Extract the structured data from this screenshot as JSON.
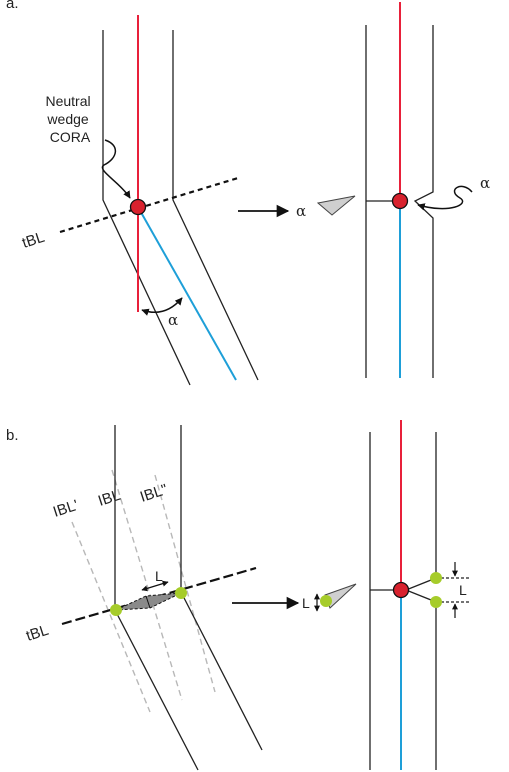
{
  "panel_a": {
    "label": "a.",
    "callout": [
      "Neutral",
      "wedge",
      "CORA"
    ],
    "tbl": "tBL",
    "angle": "α",
    "wedge_angle": "α",
    "right_angle": "α"
  },
  "panel_b": {
    "label": "b.",
    "ibl_prime": "IBL'",
    "ibl": "IBL",
    "ibl_double": "IBL\"",
    "tbl": "tBL",
    "length": "L",
    "wedge_length": "L",
    "right_length": "L"
  },
  "colors": {
    "red": "#e8203a",
    "blue": "#1e9fd8",
    "green": "#a6cc2a",
    "bone": "#222222",
    "guide": "#b8b8b8",
    "wedge_fill": "#cfcfcf"
  }
}
